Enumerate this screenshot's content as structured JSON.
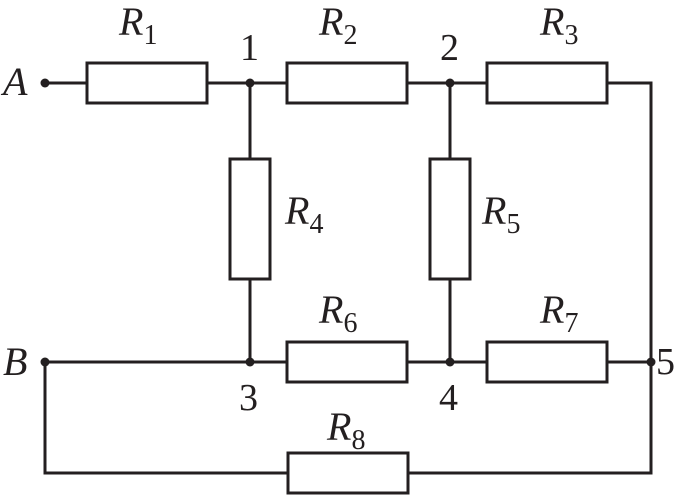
{
  "terminals": {
    "A": "A",
    "B": "B"
  },
  "nodes": {
    "n1": "1",
    "n2": "2",
    "n3": "3",
    "n4": "4",
    "n5": "5"
  },
  "resistors": [
    {
      "letter": "R",
      "sub": "1"
    },
    {
      "letter": "R",
      "sub": "2"
    },
    {
      "letter": "R",
      "sub": "3"
    },
    {
      "letter": "R",
      "sub": "4"
    },
    {
      "letter": "R",
      "sub": "5"
    },
    {
      "letter": "R",
      "sub": "6"
    },
    {
      "letter": "R",
      "sub": "7"
    },
    {
      "letter": "R",
      "sub": "8"
    }
  ]
}
